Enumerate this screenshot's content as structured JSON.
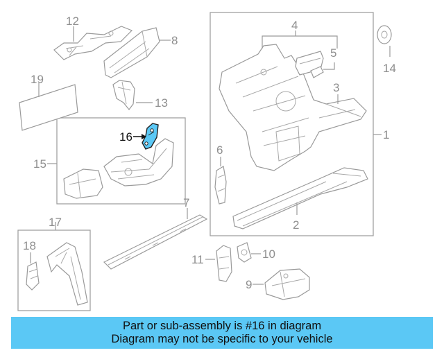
{
  "callouts": {
    "c1": "1",
    "c2": "2",
    "c3": "3",
    "c4": "4",
    "c5": "5",
    "c6": "6",
    "c7": "7",
    "c8": "8",
    "c9": "9",
    "c10": "10",
    "c11": "11",
    "c12": "12",
    "c13": "13",
    "c14": "14",
    "c15": "15",
    "c16": "16",
    "c17": "17",
    "c18": "18",
    "c19": "19"
  },
  "highlight": {
    "part_number": "16",
    "color": "#5bc8f5"
  },
  "banner": {
    "line1": "Part or sub-assembly is #16 in diagram",
    "line2": "Diagram may not be specific to your vehicle",
    "background": "#5bc8f5"
  }
}
